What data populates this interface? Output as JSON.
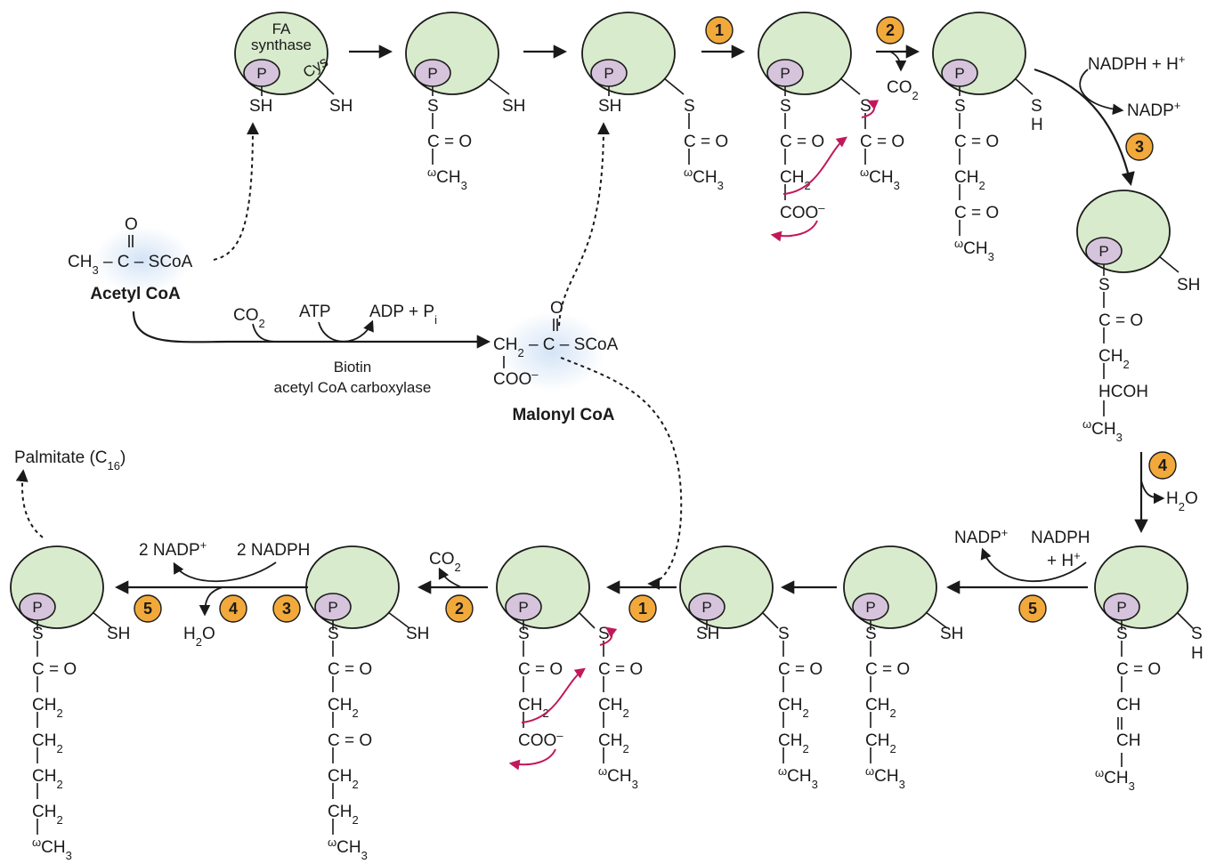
{
  "enzyme": {
    "name_line1": "FA",
    "name_line2": "synthase",
    "pantetheine_label": "P",
    "cys_label": "Cys"
  },
  "groups": {
    "thiol": "SH",
    "sulfur": "S",
    "hydrogen": "H",
    "carbonyl": "C = O",
    "methyl": "CH",
    "methyl_sub": "3",
    "methylene": "CH",
    "methylene_sub": "2",
    "omega": "ω",
    "carboxylate": "COO",
    "hydroxyl_carbon": "HCOH",
    "vinyl_ch": "CH",
    "double_bond": "=",
    "single_bond": "–"
  },
  "acetyl_coa": {
    "label": "Acetyl CoA",
    "oxygen": "O",
    "formula_ch3": "CH",
    "formula_sub": "3",
    "formula_rest": " – C – SCoA"
  },
  "carboxylation": {
    "co2": "CO",
    "co2_sub": "2",
    "atp": "ATP",
    "adp": "ADP + P",
    "adp_sub": "i",
    "cofactor": "Biotin",
    "enzyme": "acetyl CoA carboxylase"
  },
  "malonyl_coa": {
    "label": "Malonyl CoA",
    "oxygen": "O",
    "ch2": "CH",
    "ch2_sub": "2",
    "rest": " – C – SCoA",
    "coo": "COO"
  },
  "cofactors": {
    "nadph_h": "NADPH + H",
    "nadp": "NADP",
    "h2o": "H",
    "h2o_sub": "2",
    "h2o_o": "O",
    "co2": "CO",
    "co2_sub": "2",
    "nadp_bottom": "NADP",
    "nadph_bottom": "NADPH",
    "h_plus": "+ H",
    "two_nadp": "2 NADP",
    "two_nadph": "2 NADPH",
    "plus": "+",
    "minus": "–"
  },
  "steps": [
    "1",
    "2",
    "3",
    "4",
    "5"
  ],
  "product": {
    "label": "Palmitate (C",
    "sub": "16",
    "close": ")"
  },
  "colors": {
    "enzyme_fill": "#d8ebcc",
    "pantetheine_fill": "#d6c3dc",
    "badge_fill": "#f2a93b",
    "arrow_red": "#c2185b",
    "glow": "#cfe0f5"
  }
}
